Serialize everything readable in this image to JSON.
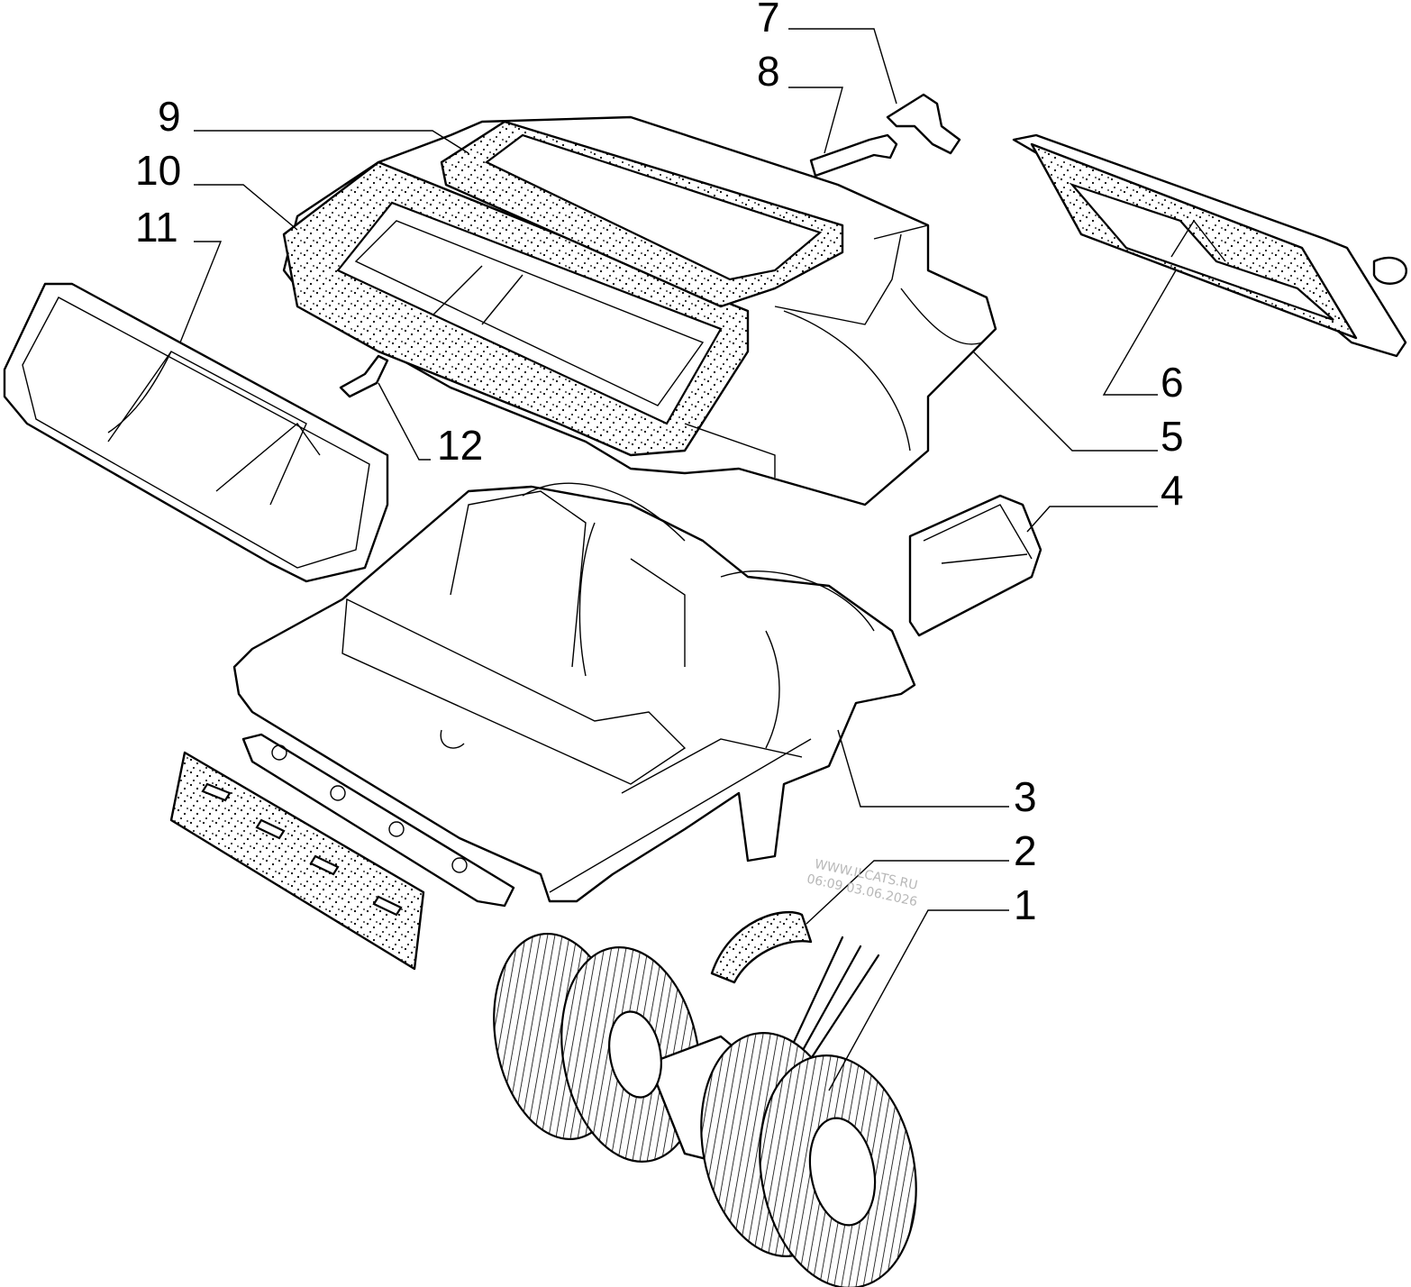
{
  "callouts": [
    {
      "id": "1",
      "text": "1"
    },
    {
      "id": "2",
      "text": "2"
    },
    {
      "id": "3",
      "text": "3"
    },
    {
      "id": "4",
      "text": "4"
    },
    {
      "id": "5",
      "text": "5"
    },
    {
      "id": "6",
      "text": "6"
    },
    {
      "id": "7",
      "text": "7"
    },
    {
      "id": "8",
      "text": "8"
    },
    {
      "id": "9",
      "text": "9"
    },
    {
      "id": "10",
      "text": "10"
    },
    {
      "id": "11",
      "text": "11"
    },
    {
      "id": "12",
      "text": "12"
    }
  ],
  "watermark": {
    "line1": "WWW.ILCATS.RU",
    "line2": "06:09 03.06.2026"
  }
}
